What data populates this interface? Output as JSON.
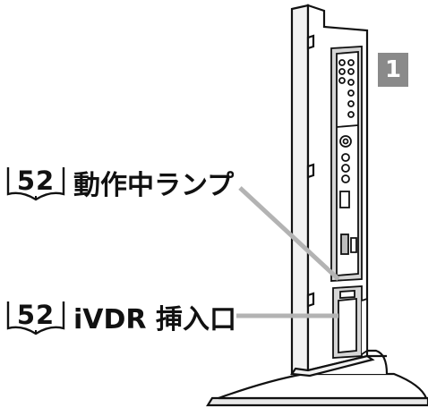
{
  "callouts": [
    {
      "page": "52",
      "label": "動作中ランプ"
    },
    {
      "page": "52",
      "label": "iVDR 挿入口"
    }
  ],
  "step_badge": "1",
  "colors": {
    "leader_line": "#b3b3b3",
    "badge_bg": "#8a8a8a",
    "ink": "#111111"
  }
}
